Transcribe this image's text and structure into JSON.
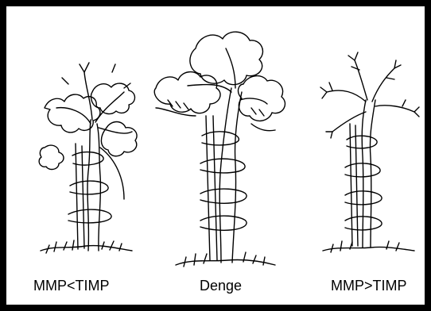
{
  "figure": {
    "captions": {
      "left": "MMP<TIMP",
      "middle": "Denge",
      "right": "MMP>TIMP"
    },
    "colors": {
      "ink": "#000000",
      "paper": "#ffffff",
      "frame": "#000000"
    },
    "icons": {
      "left": "leafy-tree-on-loose-stake-icon",
      "middle": "full-tree-on-balanced-stake-icon",
      "right": "bare-tree-on-tight-stake-icon"
    }
  }
}
